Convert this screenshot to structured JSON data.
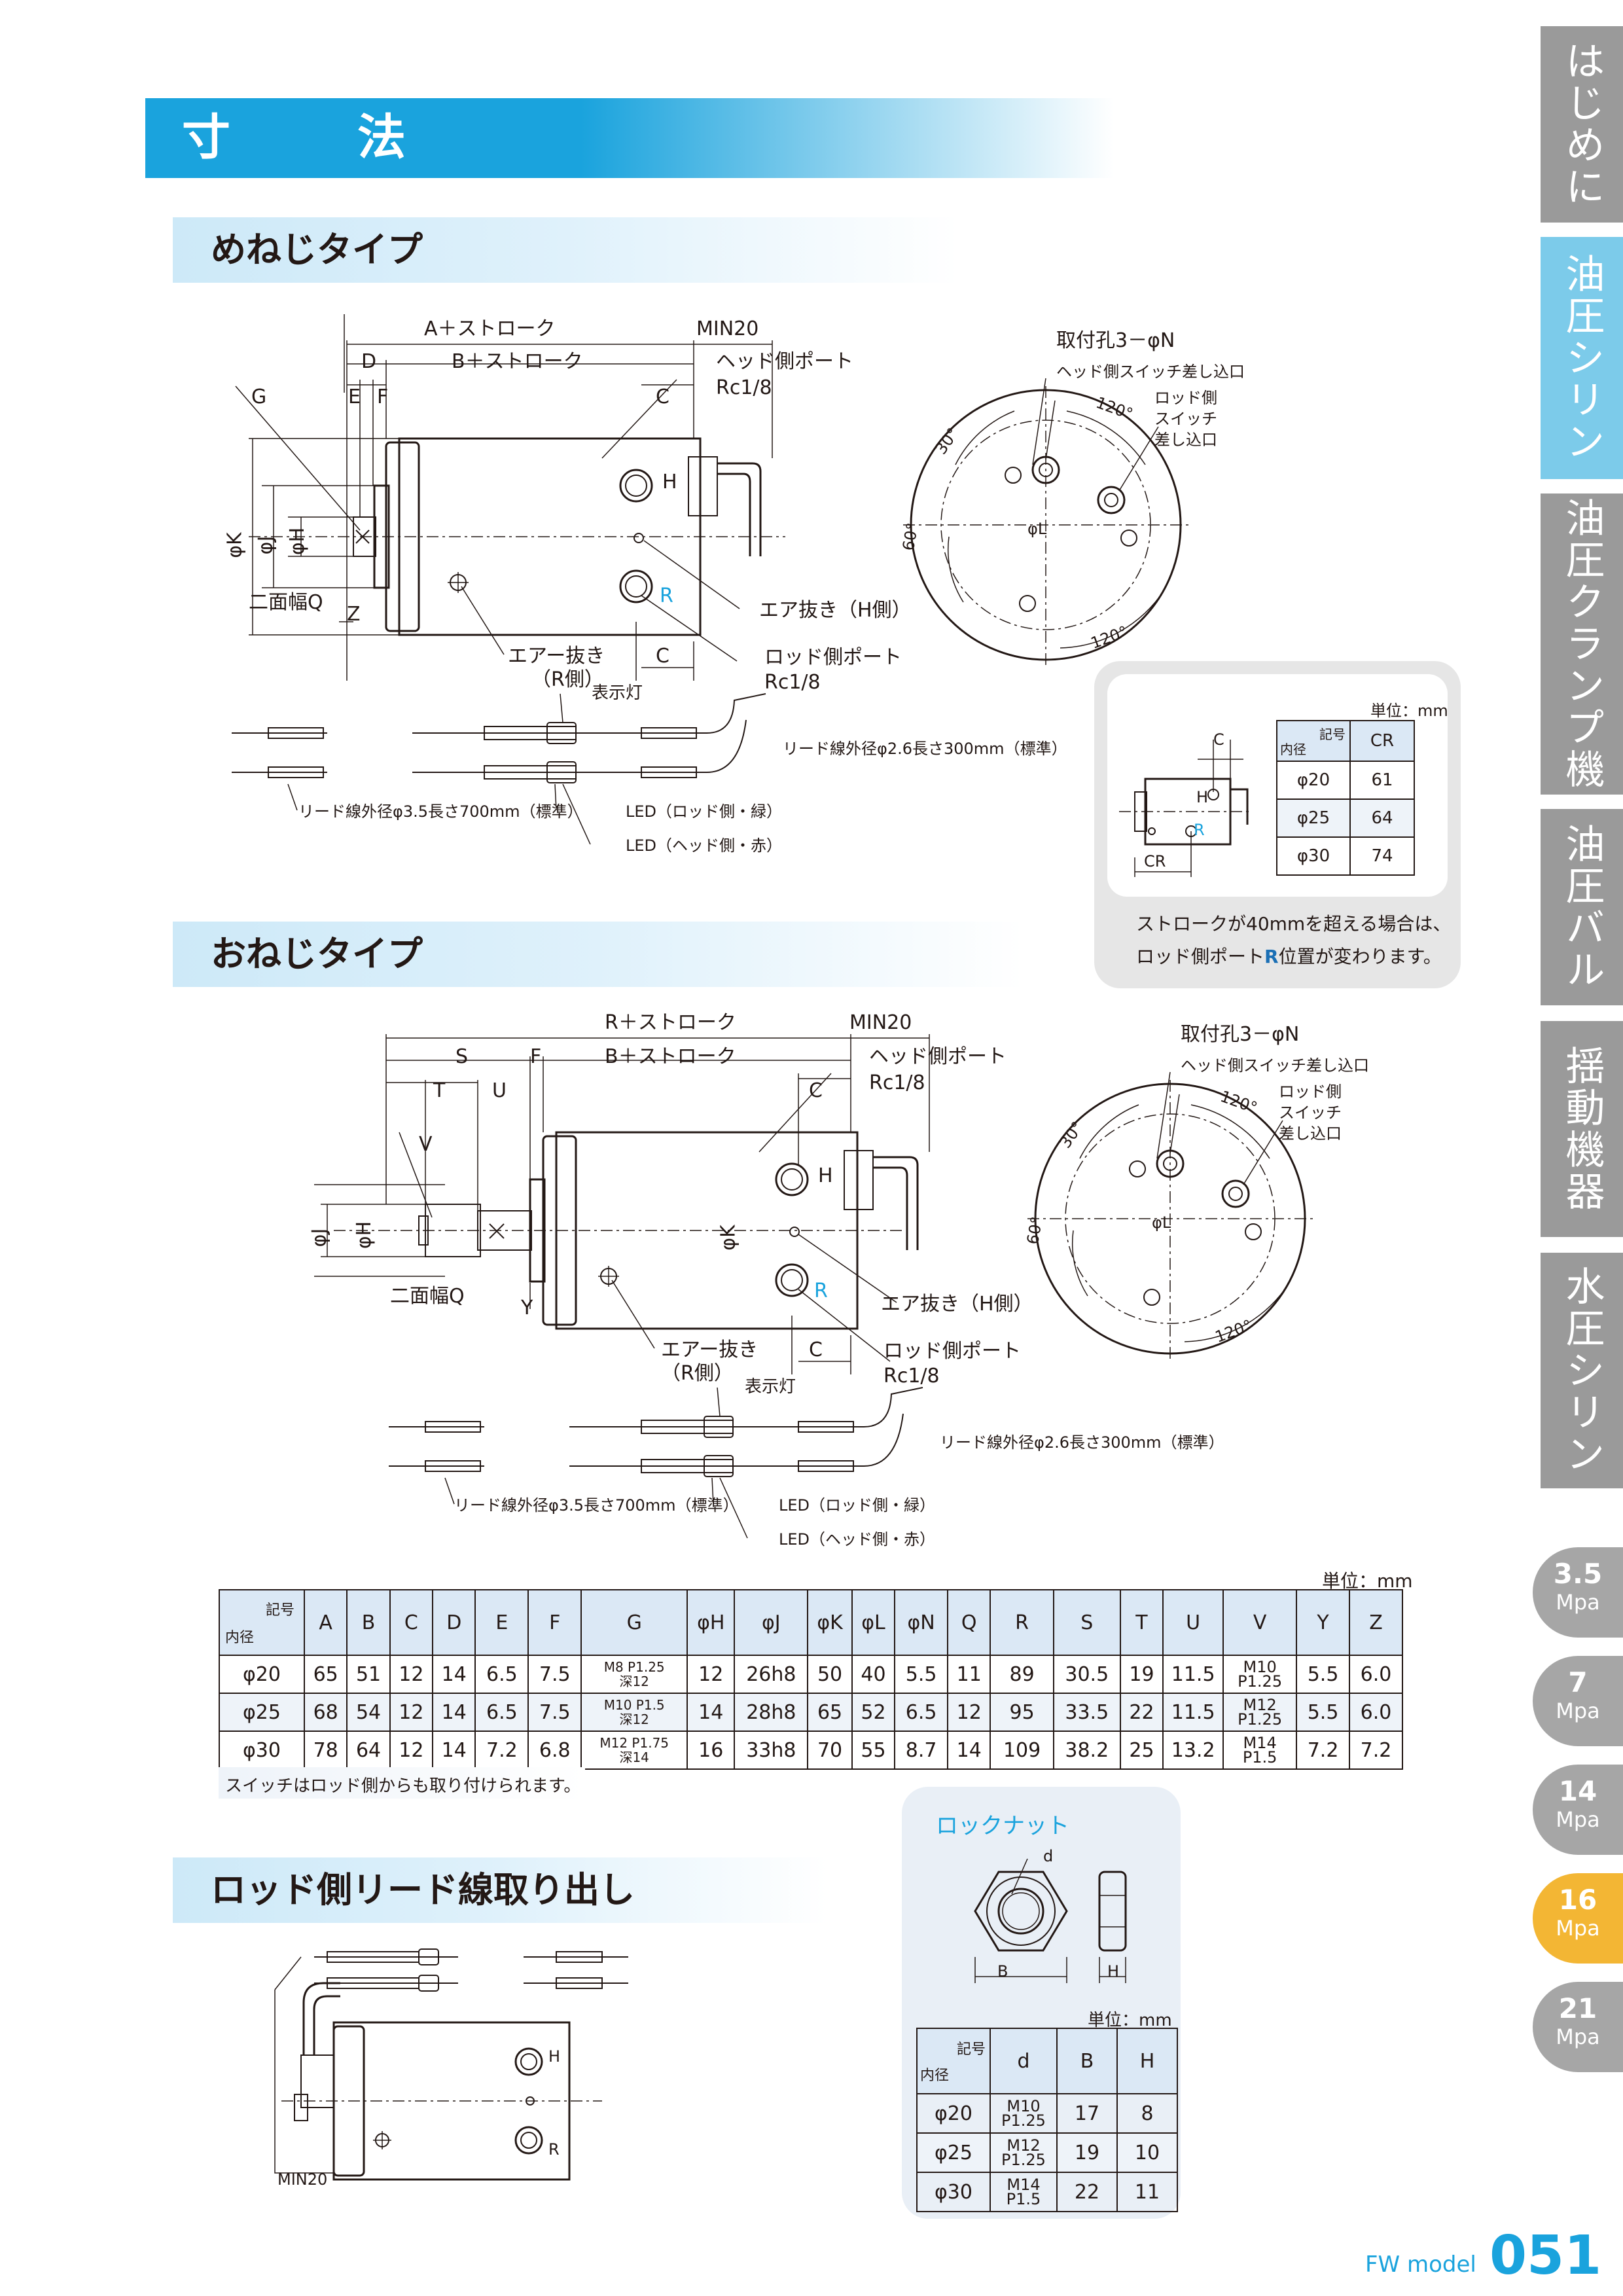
{
  "header": {
    "title": "寸　法"
  },
  "sections": {
    "female": "めねじタイプ",
    "male": "おねじタイプ",
    "rod_lead": "ロッド側リード線取り出し"
  },
  "side_tabs": [
    "はじめに",
    "油圧シリンダ",
    "油圧クランプ機器",
    "油圧バルブ",
    "揺動機器",
    "水圧シリンダ"
  ],
  "pressure_tabs": [
    {
      "value": "3.5",
      "unit": "Mpa"
    },
    {
      "value": "7",
      "unit": "Mpa"
    },
    {
      "value": "14",
      "unit": "Mpa"
    },
    {
      "value": "16",
      "unit": "Mpa"
    },
    {
      "value": "21",
      "unit": "Mpa"
    }
  ],
  "female_drawing": {
    "a_stroke": "A＋ストローク",
    "min20": "MIN20",
    "b_stroke": "B＋ストローク",
    "d": "D",
    "e": "E",
    "f": "F",
    "g": "G",
    "c": "C",
    "c2": "C",
    "head_port": "ヘッド側ポート",
    "rc1": "Rc1/8",
    "h": "H",
    "r": "R",
    "phik": "φK",
    "phij": "φJ",
    "phih": "φH",
    "nimen": "二面幅Q",
    "z": "Z",
    "air_h": "エア抜き（H側）",
    "air_r": "エアー抜き",
    "air_r2": "（R側）",
    "rod_port": "ロッド側ポート",
    "rc2": "Rc1/8",
    "lamp": "表示灯",
    "lead26": "リード線外径φ2.6長さ300mm（標準）",
    "lead35": "リード線外径φ3.5長さ700mm（標準）",
    "led_g": "LED（ロッド側・緑）",
    "led_r": "LED（ヘッド側・赤）"
  },
  "female_side": {
    "mount": "取付孔3－φN",
    "head_sw": "ヘッド側スイッチ差し込口",
    "rod_sw1": "ロッド側",
    "rod_sw2": "スイッチ",
    "rod_sw3": "差し込口",
    "a30": "30°",
    "a120": "120°",
    "a60": "60°",
    "a120b": "120°",
    "phil": "φL"
  },
  "inset": {
    "unit": "単位：mm",
    "c": "C",
    "cr_label": "CR",
    "h": "H",
    "r": "R",
    "header_sym": "記号",
    "header_bore": "内径",
    "col": "CR",
    "rows": [
      [
        "φ20",
        "61"
      ],
      [
        "φ25",
        "64"
      ],
      [
        "φ30",
        "74"
      ]
    ],
    "note1": "ストロークが40mmを超える場合は、",
    "note2a": "ロッド側ポート",
    "note2b": "R",
    "note2c": "位置が変わります。"
  },
  "male_drawing": {
    "r_stroke": "R＋ストローク",
    "min20": "MIN20",
    "s": "S",
    "f": "F",
    "b_stroke": "B＋ストローク",
    "t": "T",
    "u": "U",
    "c": "C",
    "c2": "C",
    "v": "V",
    "head_port": "ヘッド側ポート",
    "rc1": "Rc1/8",
    "h": "H",
    "r": "R",
    "phik": "φK",
    "phij": "φJ",
    "phih": "φH",
    "nimen": "二面幅Q",
    "y": "Y",
    "air_h": "エア抜き（H側）",
    "air_r": "エアー抜き",
    "air_r2": "（R側）",
    "rod_port": "ロッド側ポート",
    "rc2": "Rc1/8",
    "lamp": "表示灯",
    "lead26": "リード線外径φ2.6長さ300mm（標準）",
    "lead35": "リード線外径φ3.5長さ700mm（標準）",
    "led_g": "LED（ロッド側・緑）",
    "led_r": "LED（ヘッド側・赤）"
  },
  "male_side": {
    "mount": "取付孔3－φN",
    "head_sw": "ヘッド側スイッチ差し込口",
    "rod_sw1": "ロッド側",
    "rod_sw2": "スイッチ",
    "rod_sw3": "差し込口",
    "a30": "30°",
    "a120": "120°",
    "a60": "60°",
    "a120b": "120°",
    "phil": "φL"
  },
  "dimension_table": {
    "unit": "単位：mm",
    "header_sym": "記号",
    "header_bore": "内径",
    "columns": [
      "A",
      "B",
      "C",
      "D",
      "E",
      "F",
      "G",
      "φH",
      "φJ",
      "φK",
      "φL",
      "φN",
      "Q",
      "R",
      "S",
      "T",
      "U",
      "V",
      "Y",
      "Z"
    ],
    "rows": [
      {
        "bore": "φ20",
        "cells": [
          "65",
          "51",
          "12",
          "14",
          "6.5",
          "7.5",
          "M8 P1.25",
          "12",
          "26h8",
          "50",
          "40",
          "5.5",
          "11",
          "89",
          "30.5",
          "19",
          "11.5",
          "M10",
          "5.5",
          "6.0"
        ],
        "g2": "深12",
        "v2": "P1.25"
      },
      {
        "bore": "φ25",
        "cells": [
          "68",
          "54",
          "12",
          "14",
          "6.5",
          "7.5",
          "M10 P1.5",
          "14",
          "28h8",
          "65",
          "52",
          "6.5",
          "12",
          "95",
          "33.5",
          "22",
          "11.5",
          "M12",
          "5.5",
          "6.0"
        ],
        "g2": "深12",
        "v2": "P1.25"
      },
      {
        "bore": "φ30",
        "cells": [
          "78",
          "64",
          "12",
          "14",
          "7.2",
          "6.8",
          "M12 P1.75",
          "16",
          "33h8",
          "70",
          "55",
          "8.7",
          "14",
          "109",
          "38.2",
          "25",
          "13.2",
          "M14",
          "7.2",
          "7.2"
        ],
        "g2": "深14",
        "v2": "P1.5"
      }
    ],
    "note": "スイッチはロッド側からも取り付けられます。"
  },
  "rod_lead_drawing": {
    "h": "H",
    "r": "R",
    "min20": "MIN20"
  },
  "lock_nut": {
    "title": "ロックナット",
    "d_label": "d",
    "b_label": "B",
    "h_label": "H",
    "unit": "単位：mm",
    "header_sym": "記号",
    "header_bore": "内径",
    "columns": [
      "d",
      "B",
      "H"
    ],
    "rows": [
      {
        "bore": "φ20",
        "d1": "M10",
        "d2": "P1.25",
        "b": "17",
        "h": "8"
      },
      {
        "bore": "φ25",
        "d1": "M12",
        "d2": "P1.25",
        "b": "19",
        "h": "10"
      },
      {
        "bore": "φ30",
        "d1": "M14",
        "d2": "P1.5",
        "b": "22",
        "h": "11"
      }
    ]
  },
  "footer": {
    "model": "FW model",
    "page": "051"
  }
}
